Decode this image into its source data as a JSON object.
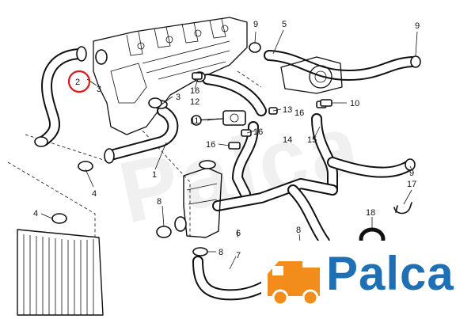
{
  "diagram": {
    "callouts": [
      {
        "id": "c2",
        "text": "2",
        "highlighted": true
      },
      {
        "id": "c3a",
        "text": "3"
      },
      {
        "id": "c3b",
        "text": "3"
      },
      {
        "id": "c1",
        "text": "1"
      },
      {
        "id": "c4a",
        "text": "4"
      },
      {
        "id": "c4b",
        "text": "4"
      },
      {
        "id": "c5",
        "text": "5"
      },
      {
        "id": "c9a",
        "text": "9"
      },
      {
        "id": "c9b",
        "text": "9"
      },
      {
        "id": "c9c",
        "text": "9"
      },
      {
        "id": "c10",
        "text": "10"
      },
      {
        "id": "c12",
        "text": "12"
      },
      {
        "id": "c11",
        "text": "11"
      },
      {
        "id": "c13",
        "text": "13"
      },
      {
        "id": "c14",
        "text": "14"
      },
      {
        "id": "c15",
        "text": "15"
      },
      {
        "id": "c16a",
        "text": "16"
      },
      {
        "id": "c16b",
        "text": "16"
      },
      {
        "id": "c16c",
        "text": "16"
      },
      {
        "id": "c16d",
        "text": "16"
      },
      {
        "id": "c17",
        "text": "17"
      },
      {
        "id": "c18",
        "text": "18"
      },
      {
        "id": "c8a",
        "text": "8"
      },
      {
        "id": "c8b",
        "text": "8"
      },
      {
        "id": "c8c",
        "text": "8"
      },
      {
        "id": "c6",
        "text": "6"
      },
      {
        "id": "c7",
        "text": "7"
      }
    ],
    "highlight_color": "#d81b1b"
  },
  "logo": {
    "text": "Palca",
    "color": "#1f6fb5",
    "icon": "truck-icon"
  },
  "watermark": {
    "text": "Palca"
  }
}
